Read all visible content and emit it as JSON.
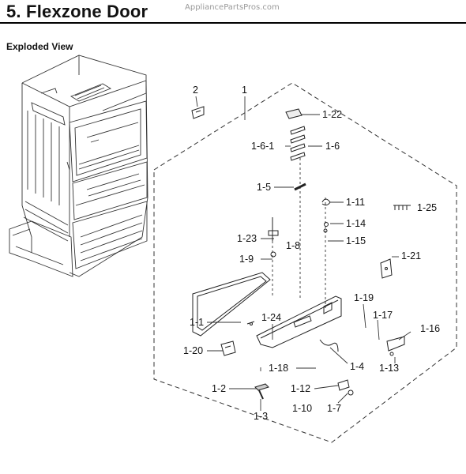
{
  "header": {
    "title": "5.  Flexzone Door",
    "watermark": "AppliancePartsPros.com"
  },
  "section": {
    "subtitle": "Exploded View"
  },
  "callouts": {
    "c2": "2",
    "c1": "1",
    "c1_22": "1-22",
    "c1_6_1": "1-6-1",
    "c1_6": "1-6",
    "c1_5": "1-5",
    "c1_11": "1-11",
    "c1_25": "1-25",
    "c1_14": "1-14",
    "c1_23": "1-23",
    "c1_8": "1-8",
    "c1_15": "1-15",
    "c1_9": "1-9",
    "c1_21": "1-21",
    "c1_19": "1-19",
    "c1_24": "1-24",
    "c1_17": "1-17",
    "c1_1": "1-1",
    "c1_16": "1-16",
    "c1_20": "1-20",
    "c1_4": "1-4",
    "c1_13": "1-13",
    "c1_18": "1-18",
    "c1_2": "1-2",
    "c1_12": "1-12",
    "c1_10": "1-10",
    "c1_7": "1-7",
    "c1_3": "1-3"
  }
}
